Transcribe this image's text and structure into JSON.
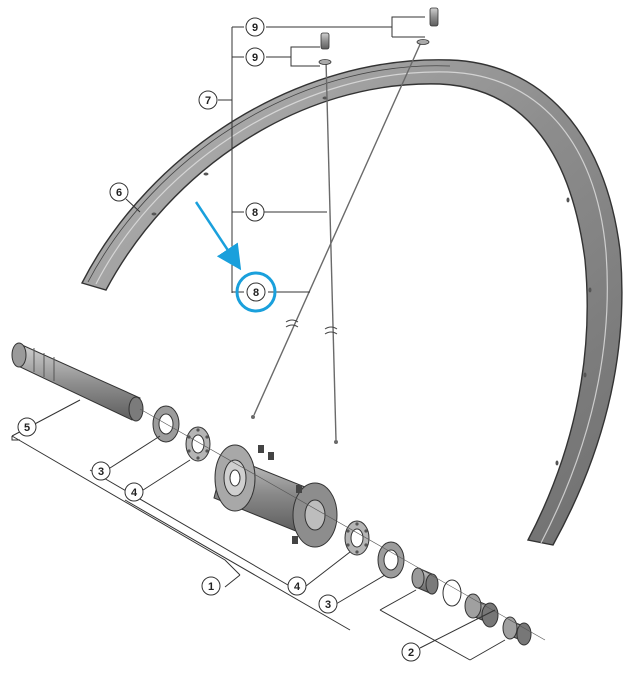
{
  "diagram": {
    "callouts": [
      {
        "id": "c1",
        "label": "1"
      },
      {
        "id": "c2",
        "label": "2"
      },
      {
        "id": "c3a",
        "label": "3"
      },
      {
        "id": "c3b",
        "label": "3"
      },
      {
        "id": "c4a",
        "label": "4"
      },
      {
        "id": "c4b",
        "label": "4"
      },
      {
        "id": "c5",
        "label": "5"
      },
      {
        "id": "c6",
        "label": "6"
      },
      {
        "id": "c7",
        "label": "7"
      },
      {
        "id": "c8a",
        "label": "8"
      },
      {
        "id": "c8b",
        "label": "8"
      },
      {
        "id": "c9a",
        "label": "9"
      },
      {
        "id": "c9b",
        "label": "9"
      }
    ],
    "highlight_color": "#1aa0dc",
    "parts": [
      {
        "name": "rim",
        "icon": "rim-icon"
      },
      {
        "name": "hub-body",
        "icon": "hub-icon"
      },
      {
        "name": "axle",
        "icon": "axle-icon"
      },
      {
        "name": "spokes",
        "icon": "spoke-icon"
      },
      {
        "name": "nipples",
        "icon": "nipple-icon"
      },
      {
        "name": "bearings",
        "icon": "bearing-icon"
      },
      {
        "name": "dust-caps",
        "icon": "cap-icon"
      },
      {
        "name": "locknut",
        "icon": "locknut-icon"
      }
    ]
  }
}
